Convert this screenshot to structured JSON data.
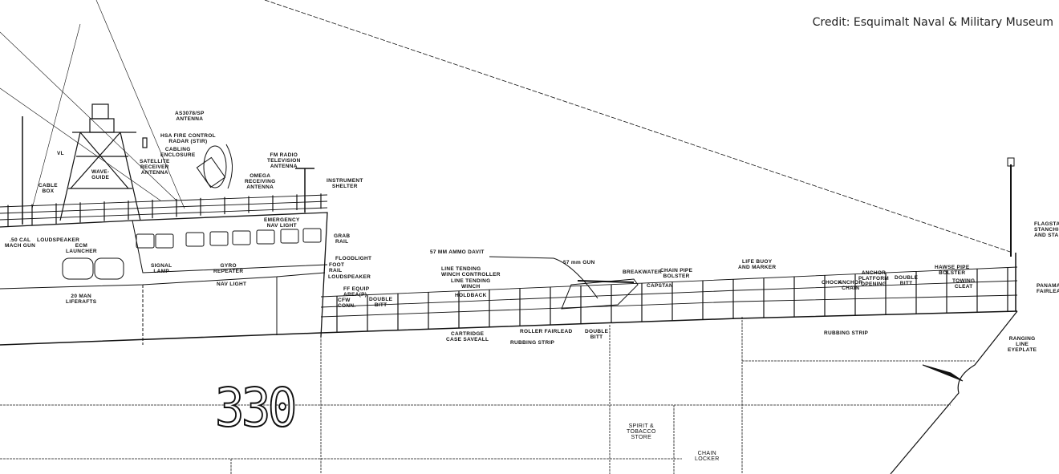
{
  "credit": "Credit: Esquimalt Naval & Military Museum",
  "hull_number": "330",
  "labels": {
    "as3078": "AS3078/SP\nANTENNA",
    "hsa_radar": "HSA FIRE CONTROL\nRADAR (STIR)",
    "cabling": "CABLING\nENCLOSURE",
    "satellite": "SATELLITE\nRECEIVER\nANTENNA",
    "fm_radio": "FM RADIO\nTELEVISION\nANTENNA",
    "vl": "VL",
    "wave_guide": "WAVE-\nGUIDE",
    "omega": "OMEGA\nRECEIVING\nANTENNA",
    "cable_box": "CABLE\nBOX",
    "instrument_shelter": "INSTRUMENT\nSHELTER",
    "emergency_nav": "EMERGENCY\nNAV LIGHT",
    "cal50": ".50 CAL\nMACH GUN",
    "loudspeaker1": "LOUDSPEAKER",
    "ecm": "ECM\nLAUNCHER",
    "grab_rail": "GRAB\nRAIL",
    "floodlight": "FLOODLIGHT",
    "foot_rail": "FOOT\nRAIL",
    "loudspeaker2": "LOUDSPEAKER",
    "signal_lamp": "SIGNAL\nLAMP",
    "gyro": "GYRO\nREPEATER",
    "nav_light": "NAV LIGHT",
    "liferafts": "20 MAN\nLIFERAFTS",
    "ff_equip": "FF EQUIP\nAREA(P)",
    "cfw": "CFW\nCONN.",
    "double_bitt1": "DOUBLE\nBITT",
    "ammo_davit": "57 MM AMMO DAVIT",
    "winch_controller": "LINE TENDING\nWINCH CONTROLLER",
    "winch": "LINE TENDING\nWINCH",
    "holdback": "HOLDBACK",
    "gun": "57 mm GUN",
    "breakwater": "BREAKWATER",
    "chain_pipe": "CHAIN PIPE\nBOLSTER",
    "capstan": "CAPSTAN",
    "saveall": "CARTRIDGE\nCASE SAVEALL",
    "roller_fairlead": "ROLLER FAIRLEAD",
    "rubbing_strip1": "RUBBING STRIP",
    "double_bitt2": "DOUBLE\nBITT",
    "life_buoy": "LIFE BUOY\nAND MARKER",
    "chock": "CHOCK",
    "anchor_chain": "ANCHOR\nCHAIN",
    "anchor_platform": "ANCHOR\nPLATFORM\nOPENING",
    "double_bitt3": "DOUBLE\nBITT",
    "hawse_pipe": "HAWSE PIPE\nBOLSTER",
    "towing_cleat": "TOWING\nCLEAT",
    "rubbing_strip2": "RUBBING STRIP",
    "flagstaff": "FLAGSTAF\nSTANCHIO\nAND STA",
    "panama": "PANAMA\nFAIRLEA",
    "ranging": "RANGING\nLINE\nEYEPLATE",
    "spirit_store": "SPIRIT &\nTOBACCO\nSTORE",
    "chain_locker": "CHAIN\nLOCKER"
  }
}
